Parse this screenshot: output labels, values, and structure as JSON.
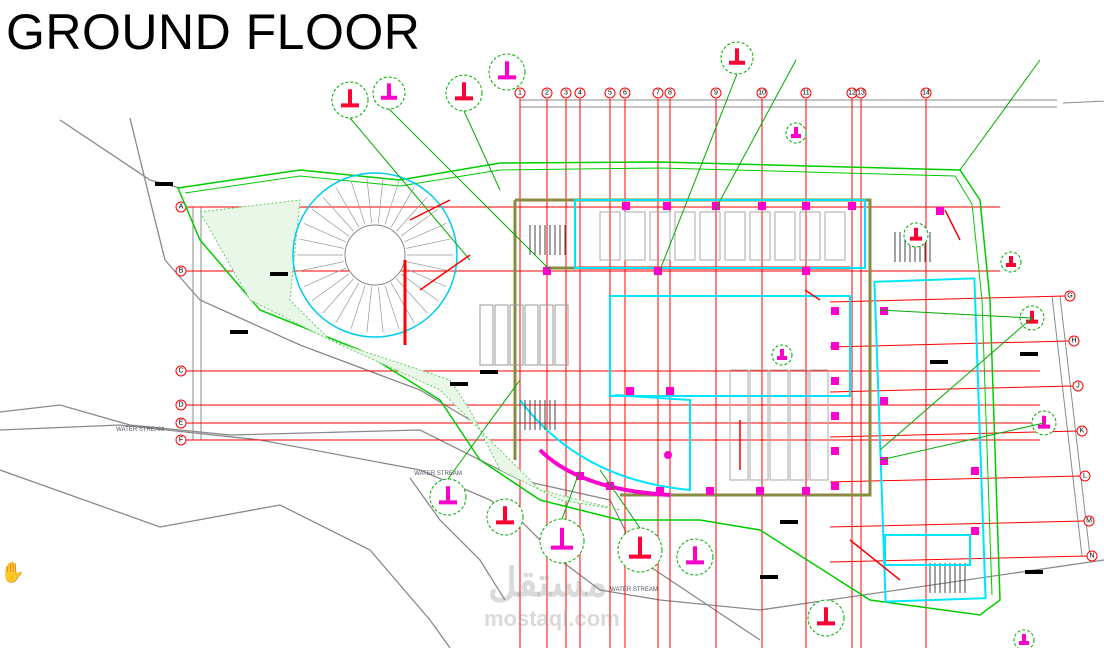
{
  "title": "GROUND FLOOR",
  "grid": {
    "top_labels": [
      "1",
      "2",
      "3",
      "4",
      "5",
      "6",
      "7",
      "8",
      "9",
      "10",
      "11",
      "12",
      "13",
      "14"
    ],
    "left_labels": [
      "A",
      "B",
      "C",
      "D",
      "E",
      "F"
    ],
    "right_labels": [
      "G",
      "H",
      "J",
      "K",
      "L",
      "M",
      "N"
    ]
  },
  "annotations": {
    "water_stream_1": "WATER STREAM",
    "water_stream_2": "WATER STREAM",
    "water_stream_3": "WATER STREAM"
  },
  "watermark": {
    "arabic": "مستقل",
    "latin": "mostaql.com"
  },
  "colors": {
    "grid": "#ff0000",
    "outline": "#00cc00",
    "interior": "#00e5ff",
    "wall": "#ff00cc",
    "site": "#8a8a8a"
  },
  "tool_icon": "hand-pan-icon"
}
